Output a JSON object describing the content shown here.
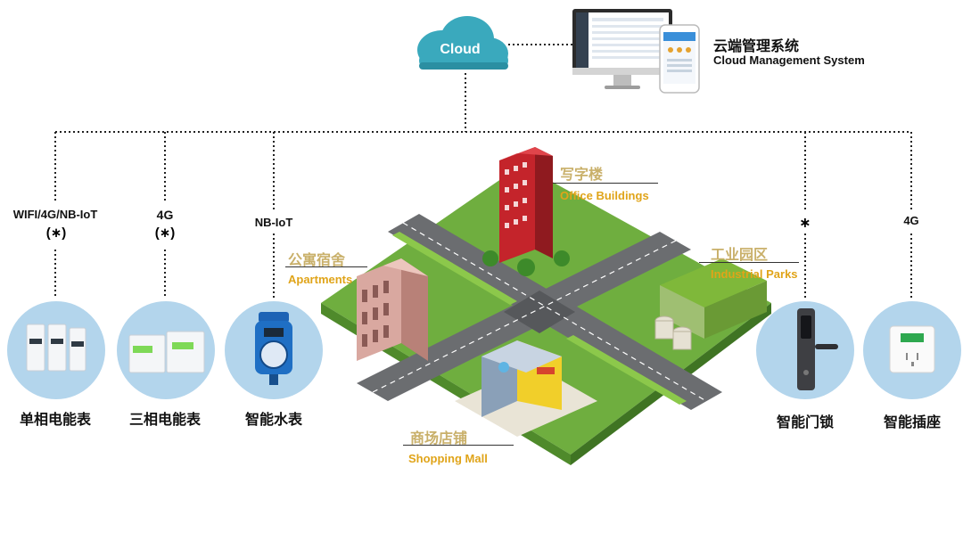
{
  "cloud": {
    "label": "Cloud"
  },
  "system": {
    "title_cn": "云端管理系统",
    "title_en": "Cloud Management System"
  },
  "links": [
    {
      "protocol": "WIFI/4G/NB-IoT",
      "note": "(∗)",
      "bt_icon": "bluetooth-icon"
    },
    {
      "protocol": "4G",
      "note": "(∗)",
      "bt_icon": "bluetooth-icon"
    },
    {
      "protocol": "NB-IoT"
    },
    {
      "protocol": "",
      "bt_icon": "bluetooth-icon"
    },
    {
      "protocol": "4G"
    }
  ],
  "devices": [
    {
      "name": "单相电能表",
      "icon": "single-phase-meter-icon"
    },
    {
      "name": "三相电能表",
      "icon": "three-phase-meter-icon"
    },
    {
      "name": "智能水表",
      "icon": "water-meter-icon"
    },
    {
      "name": "智能门锁",
      "icon": "smart-lock-icon"
    },
    {
      "name": "智能插座",
      "icon": "smart-socket-icon"
    }
  ],
  "zones": {
    "office": {
      "cn": "写字楼",
      "en": "Office Buildings"
    },
    "apartments": {
      "cn": "公寓宿舍",
      "en": "Apartments"
    },
    "industrial": {
      "cn": "工业园区",
      "en": "Industrial Parks"
    },
    "mall": {
      "cn": "商场店铺",
      "en": "Shopping Mall"
    }
  },
  "colors": {
    "accent": "#e0a419",
    "circle": "#b3d5ec",
    "cloud": "#3aa9bd",
    "grass": "#6fae3f",
    "road": "#6b6d70"
  }
}
